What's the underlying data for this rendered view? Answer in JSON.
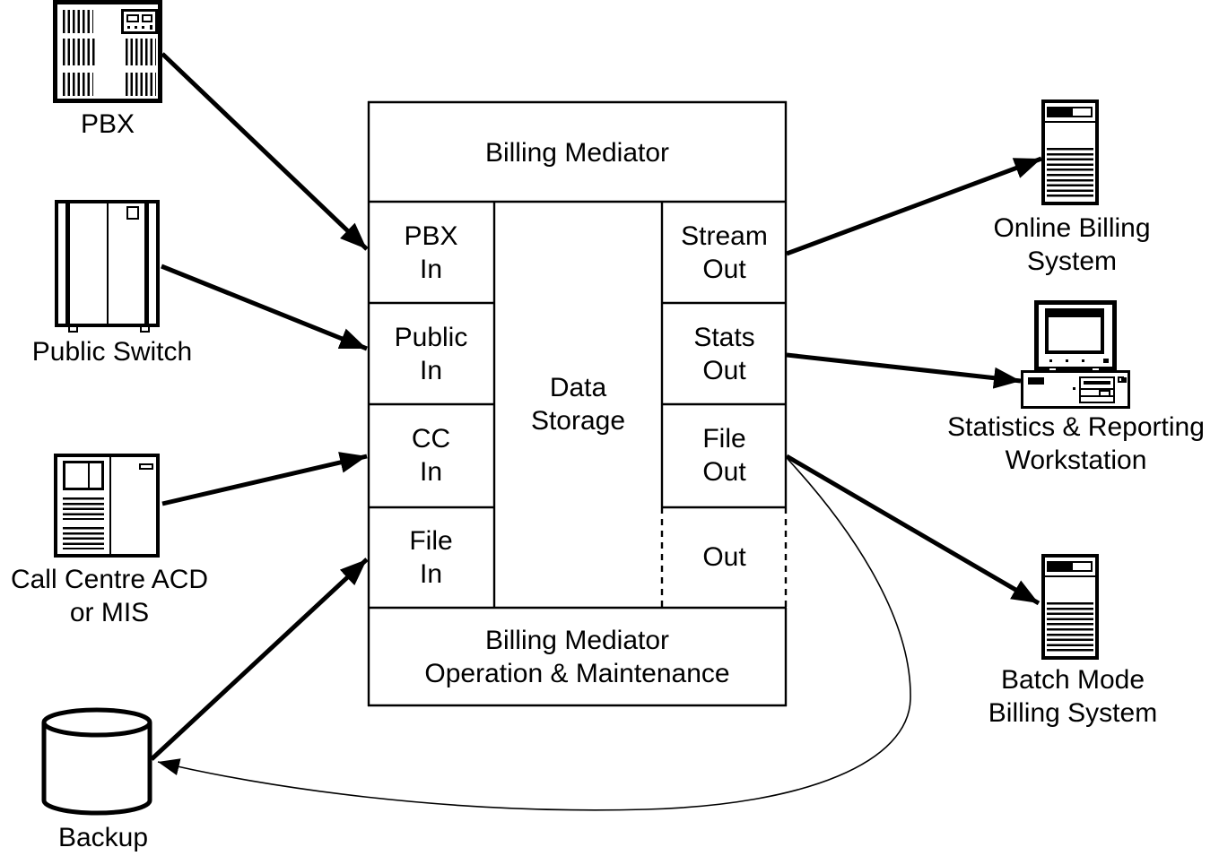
{
  "diagram": {
    "background_color": "#ffffff",
    "ink_color": "#000000"
  },
  "mediator": {
    "title": "Billing Mediator",
    "data_storage": {
      "line1": "Data",
      "line2": "Storage"
    },
    "inputs": [
      {
        "line1": "PBX",
        "line2": "In"
      },
      {
        "line1": "Public",
        "line2": "In"
      },
      {
        "line1": "CC",
        "line2": "In"
      },
      {
        "line1": "File",
        "line2": "In"
      }
    ],
    "outputs": [
      {
        "line1": "Stream",
        "line2": "Out"
      },
      {
        "line1": "Stats",
        "line2": "Out"
      },
      {
        "line1": "File",
        "line2": "Out"
      },
      {
        "line1": "Out",
        "line2": "",
        "style": "dashed"
      }
    ],
    "footer": {
      "line1": "Billing Mediator",
      "line2": "Operation & Maintenance"
    }
  },
  "sources": [
    {
      "id": "pbx",
      "label_line1": "PBX",
      "label_line2": ""
    },
    {
      "id": "public-switch",
      "label_line1": "Public Switch",
      "label_line2": ""
    },
    {
      "id": "call-centre",
      "label_line1": "Call Centre ACD",
      "label_line2": "or MIS"
    },
    {
      "id": "backup",
      "label_line1": "Backup",
      "label_line2": ""
    }
  ],
  "destinations": [
    {
      "id": "online-billing",
      "label_line1": "Online Billing",
      "label_line2": "System"
    },
    {
      "id": "stats-workstation",
      "label_line1": "Statistics & Reporting",
      "label_line2": "Workstation"
    },
    {
      "id": "batch-billing",
      "label_line1": "Batch Mode",
      "label_line2": "Billing System"
    }
  ]
}
